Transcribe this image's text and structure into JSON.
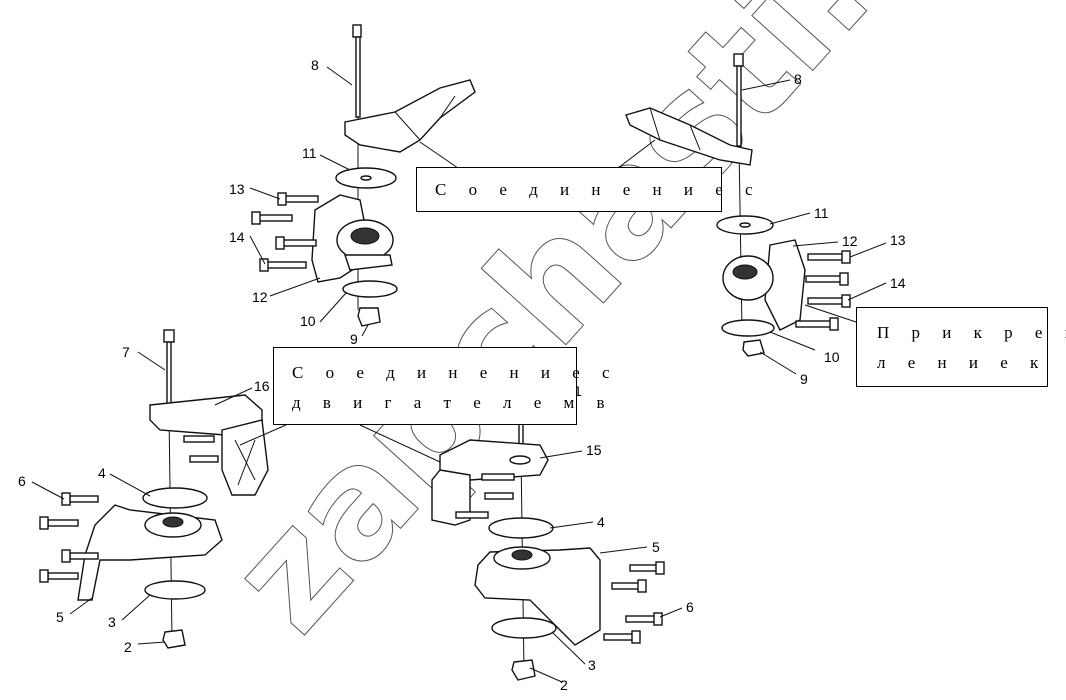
{
  "callouts": {
    "top": "С о е д и н е н и е   с",
    "middle_line1": "С о е д и н е н и е   с",
    "middle_line2": "д в и г а т е л е м   в",
    "right_line1": "П р и к р е п",
    "right_line2": "л е н и е    к"
  },
  "watermark": "zapchasti.ru",
  "labels": {
    "l8a": "8",
    "l11a": "11",
    "l13a": "13",
    "l14a": "14",
    "l12a": "12",
    "l10a": "10",
    "l9a": "9",
    "l8b": "8",
    "l11b": "11",
    "l12b": "12",
    "l13b": "13",
    "l14b": "14",
    "l10b": "10",
    "l9b": "9",
    "l7": "7",
    "l16": "16",
    "l1": "1",
    "l15": "15",
    "l6a": "6",
    "l4a": "4",
    "l5a": "5",
    "l3a": "3",
    "l2a": "2",
    "l4b": "4",
    "l5b": "5",
    "l6b": "6",
    "l3b": "3",
    "l2b": "2"
  }
}
